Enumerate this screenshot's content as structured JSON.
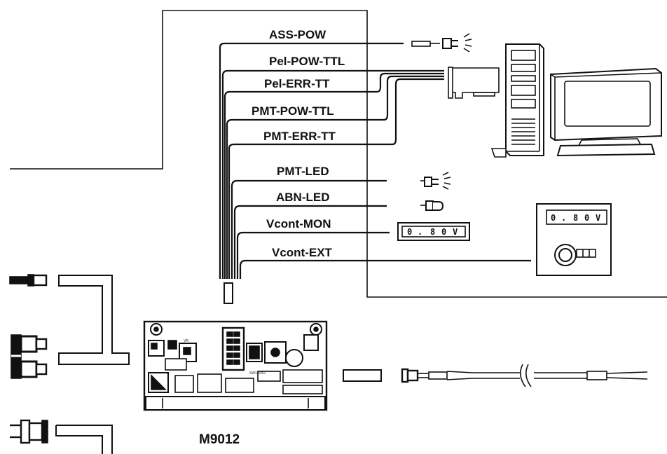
{
  "signals": [
    {
      "label": "ASS-POW"
    },
    {
      "label": "Pel-POW-TTL"
    },
    {
      "label": "Pel-ERR-TT"
    },
    {
      "label": "PMT-POW-TTL"
    },
    {
      "label": "PMT-ERR-TT"
    },
    {
      "label": "PMT-LED"
    },
    {
      "label": "ABN-LED"
    },
    {
      "label": "Vcont-MON"
    },
    {
      "label": "Vcont-EXT"
    }
  ],
  "module": {
    "label": "M9012"
  },
  "panel_display": {
    "digits": [
      "0",
      ".",
      "8",
      "0",
      "V"
    ]
  },
  "meter_display": {
    "digits": [
      "0",
      ".",
      "8",
      "0",
      "V"
    ]
  },
  "colors": {
    "line": "#111111",
    "background": "#ffffff"
  }
}
